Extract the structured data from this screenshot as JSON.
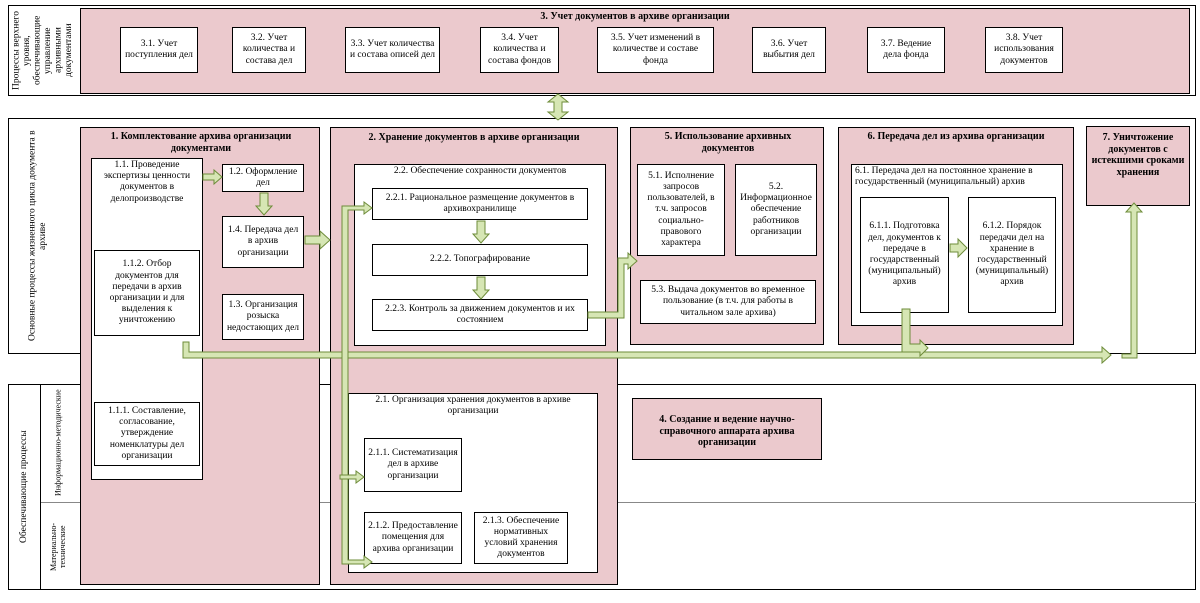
{
  "side_labels": {
    "upper": "Процессы верхнего уровня, обеспечивающие управление архивными документами",
    "main": "Основные процессы жизненного цикла документа в архиве",
    "support": "Обеспечивающие процессы",
    "info": "Информационно-методические",
    "material": "Материально-технические"
  },
  "block3": {
    "title": "3. Учет документов в архиве организации",
    "items": [
      "3.1. Учет поступления дел",
      "3.2. Учет количества и состава дел",
      "3.3. Учет количества и состава описей дел",
      "3.4. Учет количества и состава фондов",
      "3.5. Учет изменений в количестве и составе фонда",
      "3.6. Учет выбытия дел",
      "3.7. Ведение дела фонда",
      "3.8. Учет использования документов"
    ]
  },
  "block1": {
    "title": "1. Комплектование архива организации документами",
    "b11": "1.1. Проведение экспертизы ценности документов в делопроизводстве",
    "b112": "1.1.2. Отбор документов для передачи в архив организации и для выделения к уничтожению",
    "b111": "1.1.1. Составление, согласование, утверждение номенклатуры дел организации",
    "b12": "1.2. Оформление дел",
    "b14": "1.4. Передача дел в архив организации",
    "b13": "1.3. Организация розыска недостающих дел"
  },
  "block2": {
    "title": "2. Хранение документов в архиве организации",
    "b22": "2.2. Обеспечение сохранности документов",
    "b221": "2.2.1. Рациональное размещение документов в архивохранилище",
    "b222": "2.2.2. Топографирование",
    "b223": "2.2.3. Контроль за движением документов и их состоянием",
    "b21": "2.1. Организация хранения документов в архиве организации",
    "b211": "2.1.1. Систематизация дел в архиве организации",
    "b212": "2.1.2. Предоставление помещения для архива организации",
    "b213": "2.1.3. Обеспечение нормативных условий хранения документов"
  },
  "block5": {
    "title": "5. Использование архивных документов",
    "b51": "5.1. Исполнение запросов пользователей, в т.ч. запросов социально-правового характера",
    "b52": "5.2. Информационное обеспечение работников организации",
    "b53": "5.3. Выдача документов во временное пользование (в т.ч. для работы в читальном зале архива)"
  },
  "block6": {
    "title": "6. Передача дел из архива организации",
    "b61": "6.1. Передача дел на постоянное хранение в государственный (муниципальный) архив",
    "b611": "6.1.1. Подготовка дел, документов к передаче в государственный (муниципальный) архив",
    "b612": "6.1.2. Порядок передачи дел на хранение в государственный (муниципальный) архив"
  },
  "block7": {
    "title": "7. Уничтожение документов с истекшими сроками хранения"
  },
  "block4": {
    "title": "4. Создание и ведение научно-справочного аппарата архива организации"
  },
  "colors": {
    "pink": "#ebc9cd",
    "arrow_fill": "#d6e6b4",
    "arrow_stroke": "#6e8c3a"
  }
}
